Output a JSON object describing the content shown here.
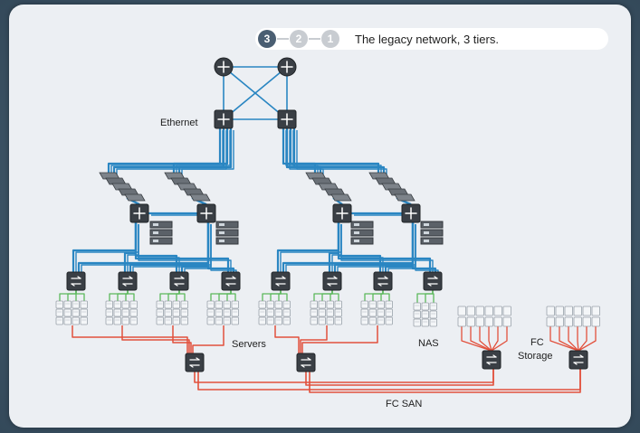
{
  "header": {
    "steps": [
      "3",
      "2",
      "1"
    ],
    "active_step": "3",
    "title": "The legacy network, 3 tiers."
  },
  "labels": {
    "ethernet": "Ethernet",
    "servers": "Servers",
    "nas": "NAS",
    "fc_storage_line1": "FC",
    "fc_storage_line2": "Storage",
    "fc_san": "FC SAN"
  },
  "colors": {
    "ethernet_link": "#2a86c2",
    "san_link": "#e2503c",
    "server_uplink": "#5cb85c",
    "device_dark": "#3a3f45",
    "step_active": "#4a5e72",
    "step_inactive": "#c8ccd1"
  },
  "icons": {
    "router": "router-icon",
    "switch": "switch-icon",
    "server_rack": "server-rack-icon",
    "storage_array": "storage-array-icon"
  }
}
